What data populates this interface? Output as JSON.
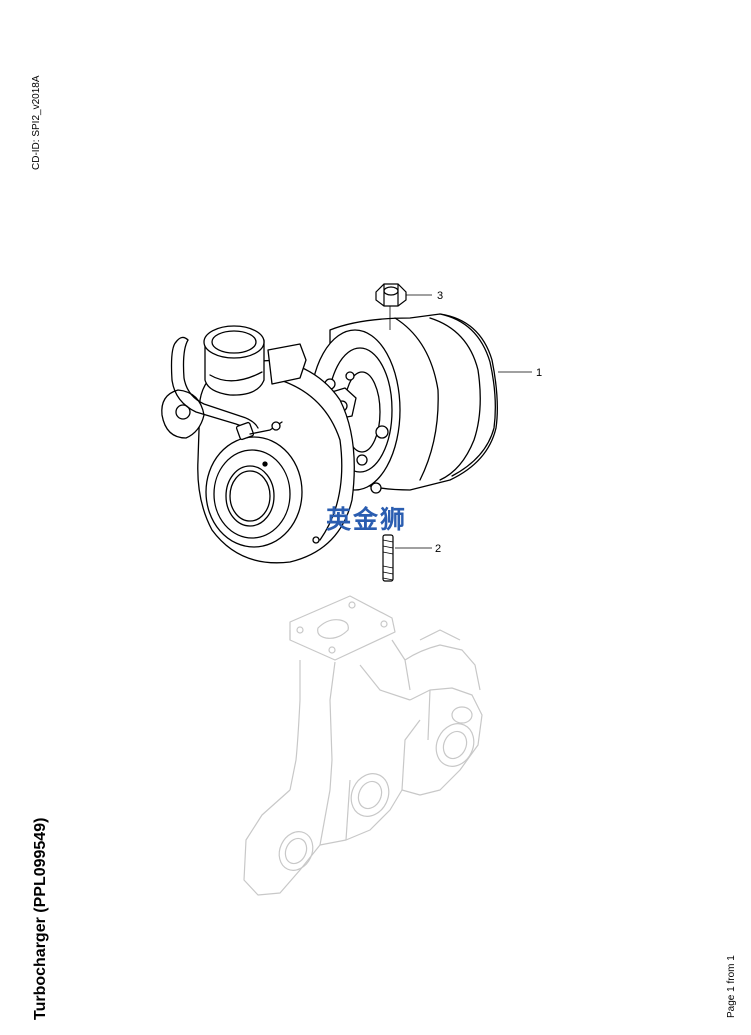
{
  "document": {
    "cd_id": "CD-ID: SPI2_v2018A",
    "title": "Turbocharger (PPL099549)",
    "footer": "Page 1 from 1"
  },
  "callouts": [
    {
      "number": "1",
      "part": "turbocharger"
    },
    {
      "number": "2",
      "part": "stud"
    },
    {
      "number": "3",
      "part": "nut"
    }
  ],
  "watermark": {
    "text": "英金狮",
    "color": "#2a5db0"
  },
  "colors": {
    "line": "#000000",
    "ghost_line": "#c8c8c8"
  }
}
